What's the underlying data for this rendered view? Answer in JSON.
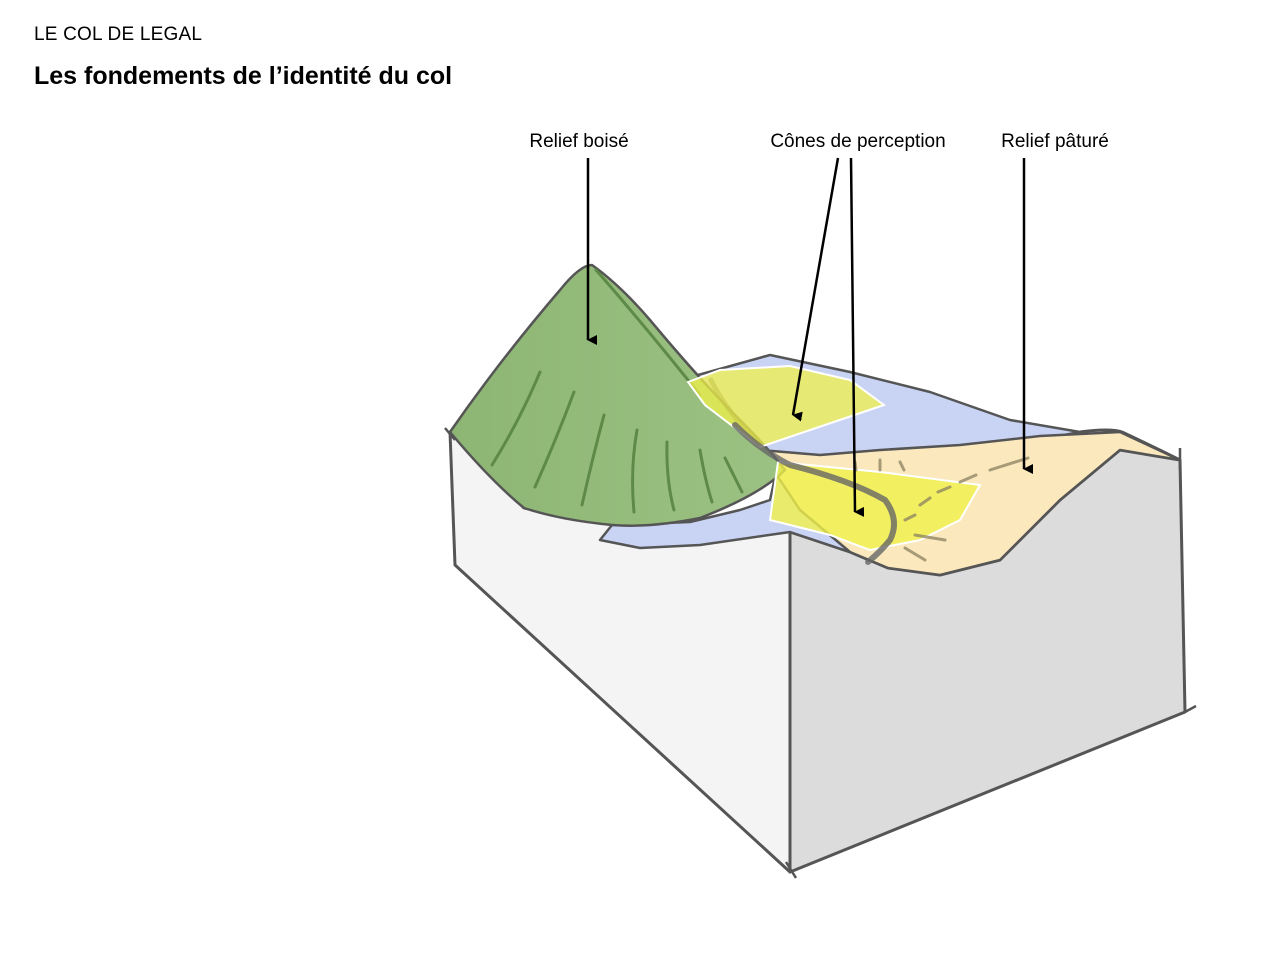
{
  "header": {
    "kicker": "LE COL DE LEGAL",
    "title": "Les fondements de l’identité du col"
  },
  "labels": {
    "wooded_relief": "Relief boisé",
    "perception_cones": "Cônes de perception",
    "grazed_relief": "Relief pâturé"
  },
  "colors": {
    "forest": "#8db573",
    "forest_dark": "#5e8a47",
    "pasture": "#fbe8bd",
    "valley": "#c9d4f5",
    "cone": "#f0f04a",
    "side_left": "#f4f4f4",
    "side_right": "#dcdcdc",
    "outline": "#555555"
  },
  "icons": {
    "arrow": "arrow-down-icon"
  }
}
